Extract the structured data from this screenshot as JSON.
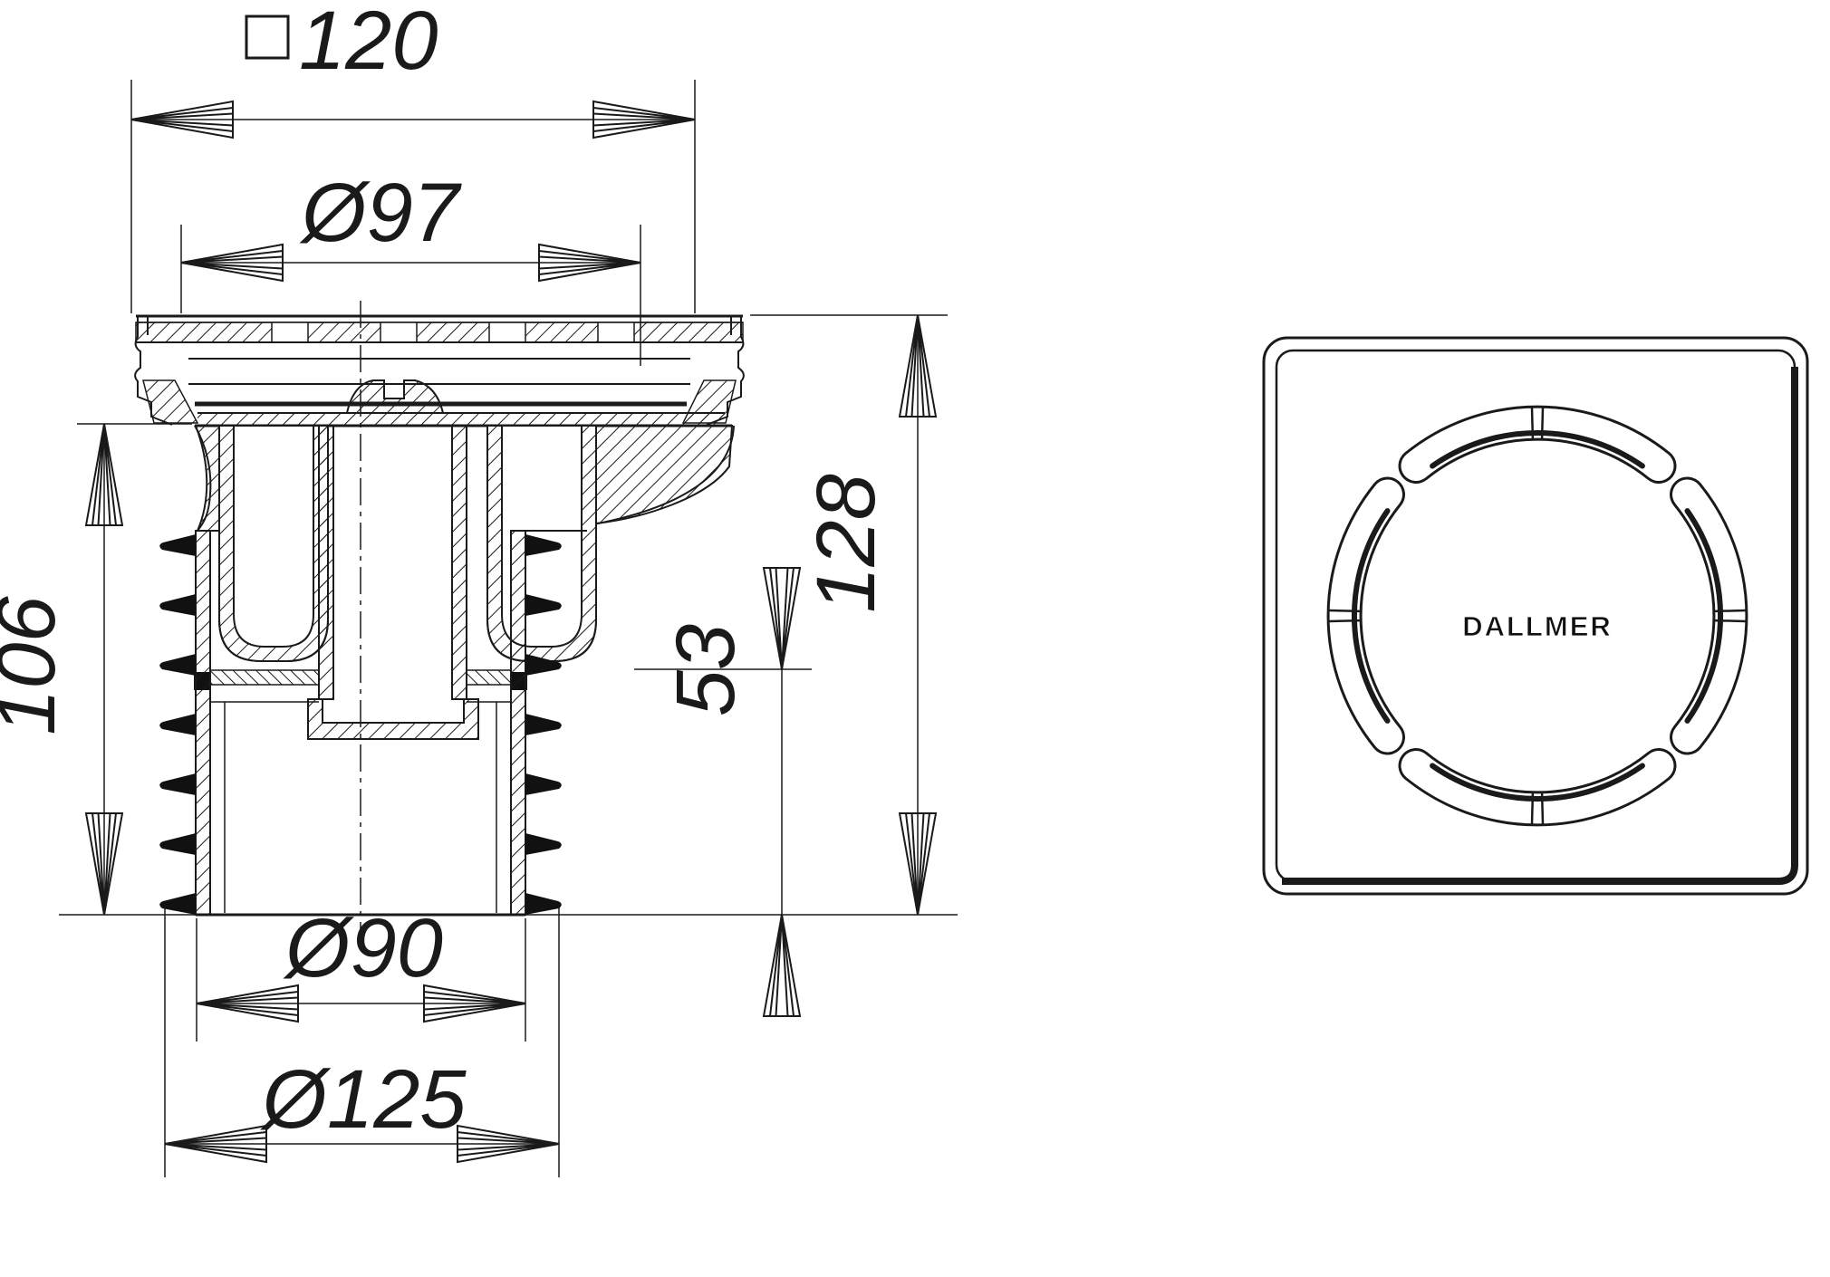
{
  "page": {
    "background": "#ffffff",
    "line_color": "#1a1a1a"
  },
  "views": {
    "section_view_label": "front-section-view",
    "top_view_label": "top-view"
  },
  "dimensions": {
    "square_width": "120",
    "grate_diameter": "Ø97",
    "body_height": "106",
    "total_height": "128",
    "spigot_length": "53",
    "outlet_diameter": "Ø90",
    "flange_diameter": "Ø125"
  },
  "logo": "DALLMER"
}
